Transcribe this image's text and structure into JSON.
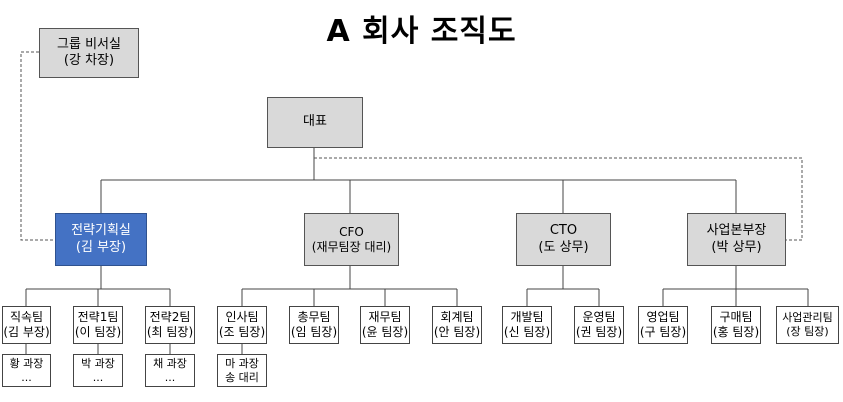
{
  "title": "A 회사 조직도",
  "colors": {
    "box_fill": "#d9d9d9",
    "highlight_fill": "#4472c4",
    "leaf_fill": "#ffffff"
  },
  "nodes": {
    "group_office": {
      "name": "그룹 비서실",
      "person": "(강 차장)"
    },
    "ceo": {
      "name": "대표"
    },
    "strategy": {
      "name": "전략기획실",
      "person": "(김 부장)"
    },
    "cfo": {
      "name": "CFO",
      "person": "(재무팀장 대리)"
    },
    "cto": {
      "name": "CTO",
      "person": "(도 상무)"
    },
    "biz": {
      "name": "사업본부장",
      "person": "(박 상무)"
    },
    "t_direct": {
      "name": "직속팀",
      "person": "(김 부장)"
    },
    "t_strat1": {
      "name": "전략1팀",
      "person": "(이 팀장)"
    },
    "t_strat2": {
      "name": "전략2팀",
      "person": "(최 팀장)"
    },
    "t_hr": {
      "name": "인사팀",
      "person": "(조 팀장)"
    },
    "t_general": {
      "name": "총무팀",
      "person": "(임 팀장)"
    },
    "t_finance": {
      "name": "재무팀",
      "person": "(윤 팀장)"
    },
    "t_account": {
      "name": "회계팀",
      "person": "(안 팀장)"
    },
    "t_dev": {
      "name": "개발팀",
      "person": "(신 팀장)"
    },
    "t_ops": {
      "name": "운영팀",
      "person": "(권 팀장)"
    },
    "t_sales": {
      "name": "영업팀",
      "person": "(구 팀장)"
    },
    "t_purchase": {
      "name": "구매팀",
      "person": "(홍 팀장)"
    },
    "t_bizmgmt": {
      "name": "사업관리팀",
      "person": "(장 팀장)"
    },
    "m_direct": {
      "name": "황 과장",
      "person": "..."
    },
    "m_strat1": {
      "name": "박 과장",
      "person": "..."
    },
    "m_strat2": {
      "name": "채 과장",
      "person": "..."
    },
    "m_hr": {
      "name": "마 과장",
      "person": "송 대리"
    }
  }
}
